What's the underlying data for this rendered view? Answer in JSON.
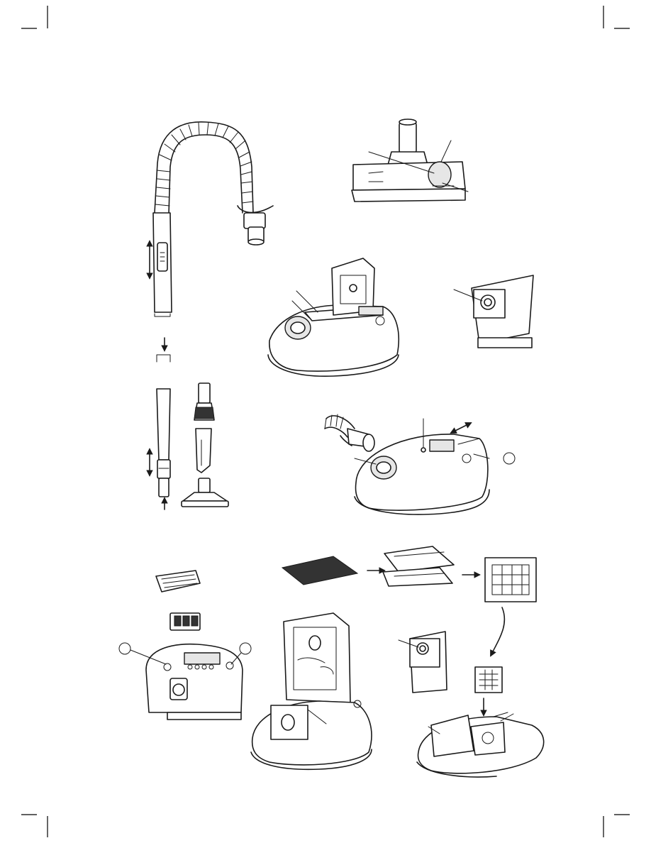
{
  "page": {
    "kind": "instruction-manual-illustrations",
    "text_content": []
  },
  "colors": {
    "ink": "#1a1a1a",
    "paper": "#ffffff",
    "filter_felt": "#333333",
    "shade": "#e6e6e6"
  },
  "figures": [
    {
      "id": "hose-and-tube",
      "icon": "hose-icon"
    },
    {
      "id": "floor-nozzle",
      "icon": "nozzle-icon"
    },
    {
      "id": "cleaner-open-lid",
      "icon": "vacuum-open-icon"
    },
    {
      "id": "dust-bag",
      "icon": "dust-bag-icon"
    },
    {
      "id": "telescopic-tube-and-accessories",
      "icon": "tube-accessories-icon"
    },
    {
      "id": "cleaner-with-hose",
      "icon": "vacuum-closed-icon"
    },
    {
      "id": "rear-filter-assembly",
      "icon": "rear-filter-icon"
    },
    {
      "id": "filter-replacement-sequence",
      "icon": "filter-sequence-icon"
    },
    {
      "id": "cleaner-bag-installed",
      "icon": "vacuum-bag-icon"
    },
    {
      "id": "bag-and-filter-insertion",
      "icon": "bag-insert-icon"
    }
  ]
}
